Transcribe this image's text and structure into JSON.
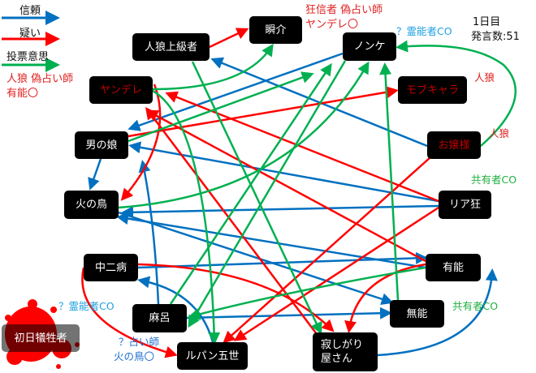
{
  "legend": {
    "trust": {
      "label": "信頼",
      "color": "#0070c0"
    },
    "doubt": {
      "label": "疑い",
      "color": "#ff0000"
    },
    "vote": {
      "label": "投票意思",
      "color": "#00b050"
    }
  },
  "info": {
    "day": "1日目",
    "posts": "発言数:51"
  },
  "nodes": {
    "jinro_jokyu": "人狼上級者",
    "shunsuke": "瞬介",
    "nonke": "ノンケ",
    "yandere": "ヤンデレ",
    "mobchara": "モブキャラ",
    "otokonoko": "男の娘",
    "ojousama": "お嬢様",
    "hinotori": "火の鳥",
    "riakyo": "リア狂",
    "chuunibyou": "中二病",
    "yuunou": "有能",
    "maro": "麻呂",
    "munou": "無能",
    "shonichi": "初日犠牲者",
    "lupin": "ルパン五世",
    "sabishigari_1": "寂しがり",
    "sabishigari_2": "屋さん"
  },
  "annotations": {
    "yuunou_role_1": "人狼 偽占い師",
    "yuunou_role_2": "有能〇",
    "kyoshin_1": "狂信者 偽占い師",
    "kyoshin_2": "ヤンデレ〇",
    "nonke_co": "？霊能者CO",
    "mob_wolf": "人狼",
    "ojou_wolf": "人狼",
    "ria_co": "共有者CO",
    "munou_co": "共有者CO",
    "chuuni_co": "？霊能者CO",
    "lupin_seer_1": "？占い師",
    "lupin_seer_2": "火の鳥〇"
  }
}
